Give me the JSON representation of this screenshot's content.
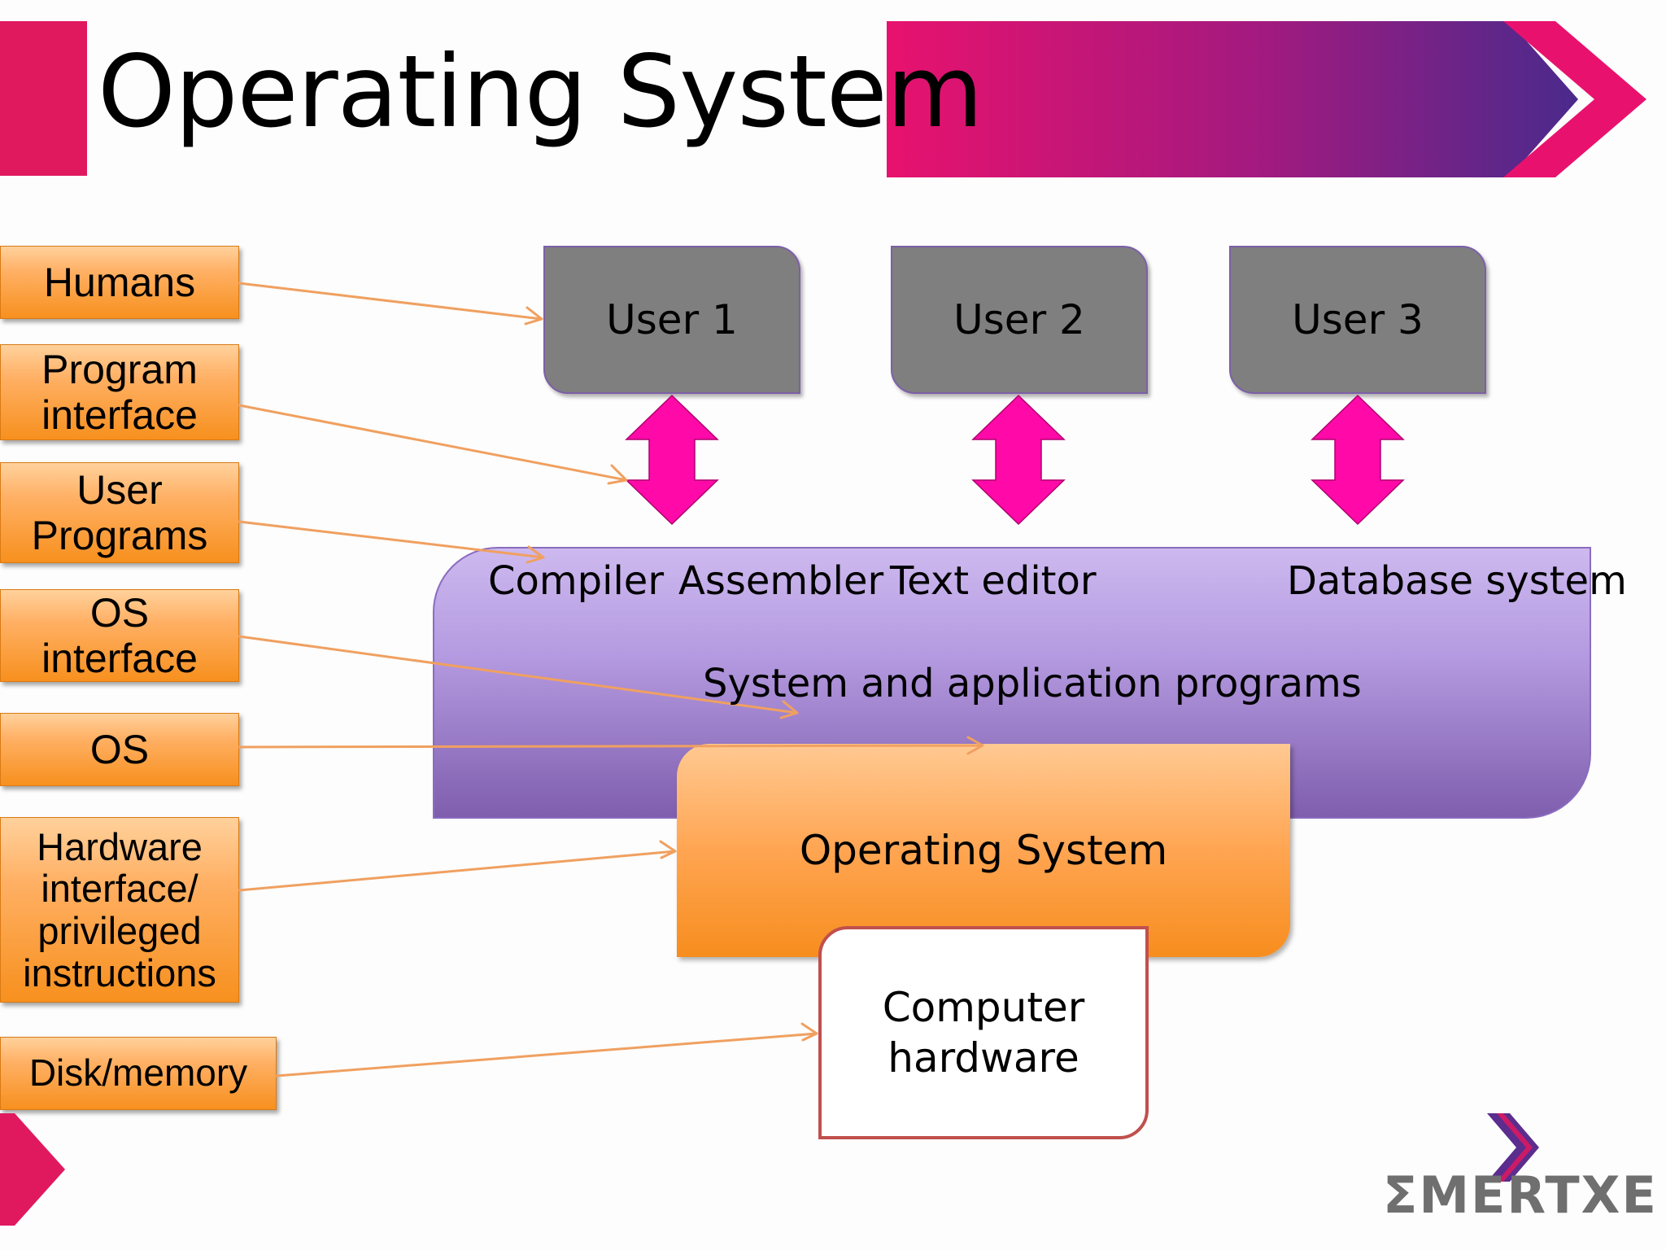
{
  "title": "Operating System",
  "colors": {
    "accent_pink": "#e0195f",
    "accent_purple": "#5b2d8e",
    "side_label_orange": "#f7901e",
    "user_gray": "#7f7f7f",
    "system_programs_purple": "#b49ae0",
    "os_orange": "#ffa552",
    "hardware_border": "#c0504d",
    "connector_line": "#f0a060",
    "double_arrow_magenta": "#ff0aa8"
  },
  "side_labels": [
    "Humans",
    "Program\ninterface",
    "User\nPrograms",
    "OS\ninterface",
    "OS",
    "Hardware\ninterface/\nprivileged\ninstructions",
    "Disk/memory"
  ],
  "users": [
    "User 1",
    "User 2",
    "User 3"
  ],
  "system_programs": {
    "items": [
      "Compiler",
      "Assembler",
      "Text editor",
      "Database system"
    ],
    "caption": "System and application programs"
  },
  "operating_system": "Operating System",
  "hardware": "Computer\nhardware",
  "logo": {
    "text": "ΣMERTXE",
    "icon": "chevron-logo-icon"
  }
}
